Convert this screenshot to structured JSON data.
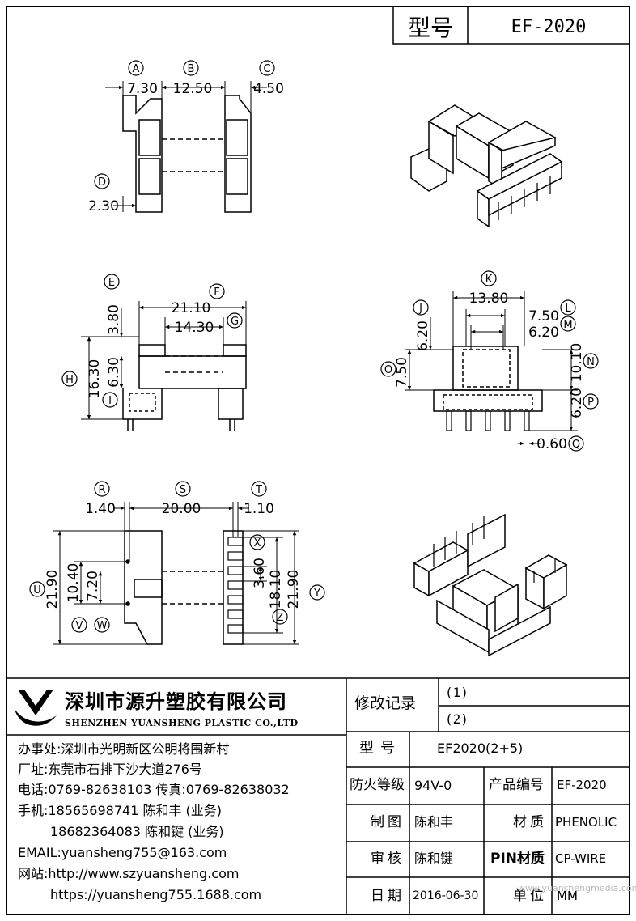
{
  "header": {
    "model_label": "型号",
    "model_value": "EF-2020"
  },
  "labels": {
    "A": "A",
    "B": "B",
    "C": "C",
    "D": "D",
    "E": "E",
    "F": "F",
    "G": "G",
    "H": "H",
    "I": "I",
    "J": "J",
    "K": "K",
    "L": "L",
    "M": "M",
    "N": "N",
    "O": "O",
    "P": "P",
    "Q": "Q",
    "R": "R",
    "S": "S",
    "T": "T",
    "U": "U",
    "V": "V",
    "W": "W",
    "X": "X",
    "Y": "Y",
    "Z": "Z"
  },
  "dims": {
    "A": "7.30",
    "B": "12.50",
    "C": "4.50",
    "D": "2.30",
    "E": "3.80",
    "F": "21.10",
    "G": "14.30",
    "H": "16.30",
    "I": "6.30",
    "J": "6.20",
    "K": "13.80",
    "L": "7.50",
    "M": "6.20",
    "N": "10.10",
    "O": "7.50",
    "P": "6.20",
    "Q": "0.60",
    "R": "1.40",
    "S": "20.00",
    "T": "1.10",
    "U": "21.90",
    "V": "10.40",
    "W": "7.20",
    "X": "3.60",
    "Y": "21.90",
    "Z": "18.10"
  },
  "company": {
    "name_cn": "深圳市源升塑胶有限公司",
    "name_en": "SHENZHEN YUANSHENG PLASTIC CO.,LTD",
    "office": "办事处:深圳市光明新区公明将围新村",
    "factory": "厂址:东莞市石排下沙大道276号",
    "phone": "电话:0769-82638103 传真:0769-82638032",
    "mobile1": "手机:18565698741 陈和丰 (业务)",
    "mobile2": "18682364083 陈和键 (业务)",
    "email": "EMAIL:yuansheng755@163.com",
    "web1": "网站:http://www.szyuansheng.com",
    "web2": "https://yuansheng755.1688.com"
  },
  "revision": {
    "label": "修改记录",
    "r1": "(1)",
    "r2": "(2)"
  },
  "info": {
    "model_label": "型号",
    "model_value": "EF2020(2+5)",
    "fire_label": "防火等级",
    "fire_value": "94V-0",
    "code_label": "产品编号",
    "code_value": "EF-2020",
    "draw_label": "制图",
    "draw_value": "陈和丰",
    "material_label": "材质",
    "material_value": "PHENOLIC",
    "check_label": "审核",
    "check_value": "陈和键",
    "pin_label": "PIN材质",
    "pin_value": "CP-WIRE",
    "date_label": "日期",
    "date_value": "2016-06-30",
    "unit_label": "单位",
    "unit_value": "MM"
  },
  "watermark": "www.yuanshengmedia.com"
}
